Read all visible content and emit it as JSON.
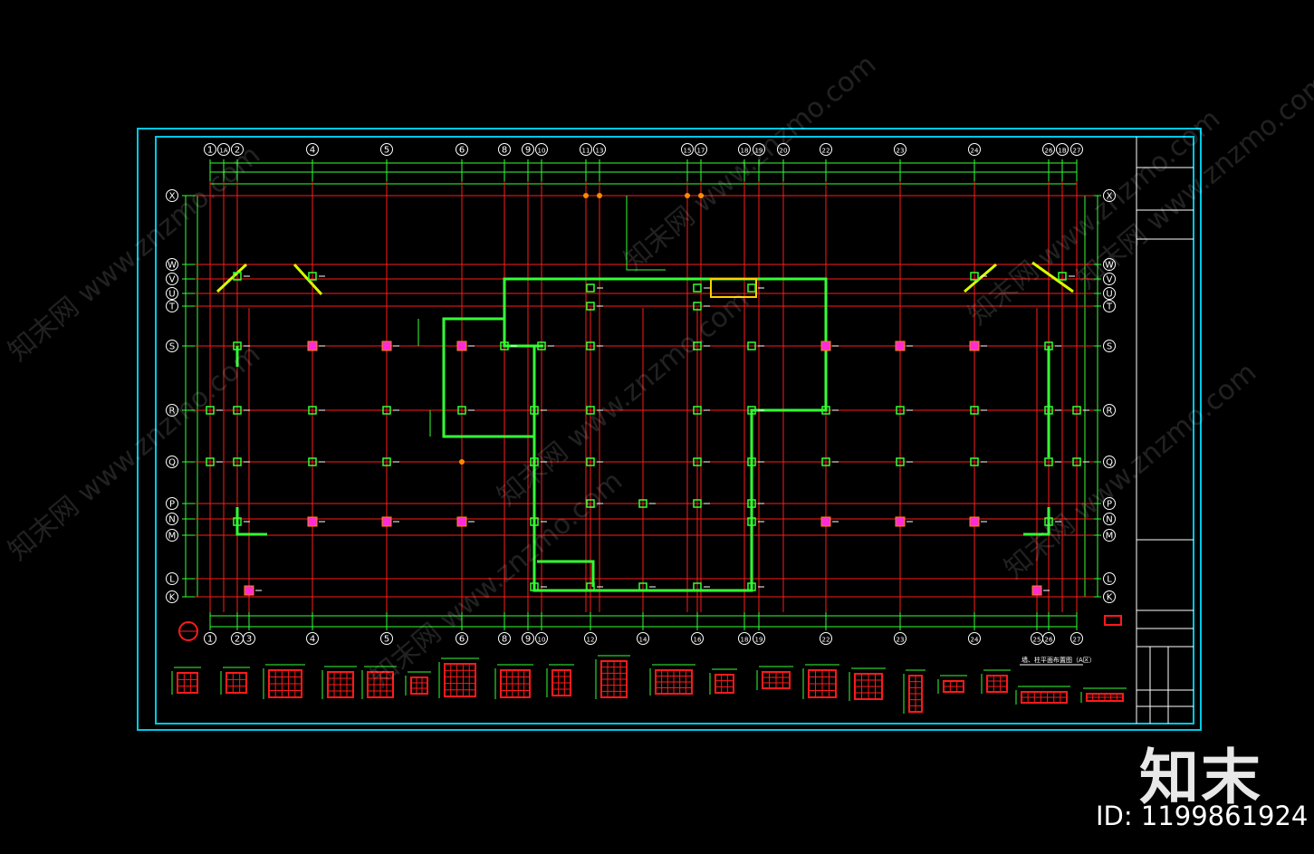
{
  "drawing": {
    "title_caption": "墙、柱平面布置图（A区）",
    "cols_top": [
      "1",
      "1A",
      "2",
      "4",
      "5",
      "6",
      "8",
      "9",
      "10",
      "11",
      "13",
      "15",
      "17",
      "18",
      "19",
      "20",
      "22",
      "23",
      "24",
      "26",
      "1B",
      "27"
    ],
    "cols_bottom": [
      "1",
      "2",
      "3",
      "4",
      "5",
      "6",
      "8",
      "9",
      "10",
      "12",
      "14",
      "16",
      "18",
      "19",
      "22",
      "23",
      "24",
      "25",
      "26",
      "27"
    ],
    "rows": [
      "X",
      "W",
      "V",
      "U",
      "T",
      "S",
      "R",
      "Q",
      "P",
      "N",
      "M",
      "L",
      "K"
    ],
    "colors": {
      "frame": "#00c8e6",
      "grid": "#ff1a1a",
      "dim": "#33ff33",
      "wall": "#33ff33",
      "column": "#ff2bd6",
      "section": "#ff1a1a",
      "text": "#ffffff"
    }
  },
  "watermark": {
    "site": "www.znzmo.com",
    "cn": "知末网"
  },
  "brand": {
    "logo_text": "知末",
    "id_label": "ID: 1199861924"
  }
}
